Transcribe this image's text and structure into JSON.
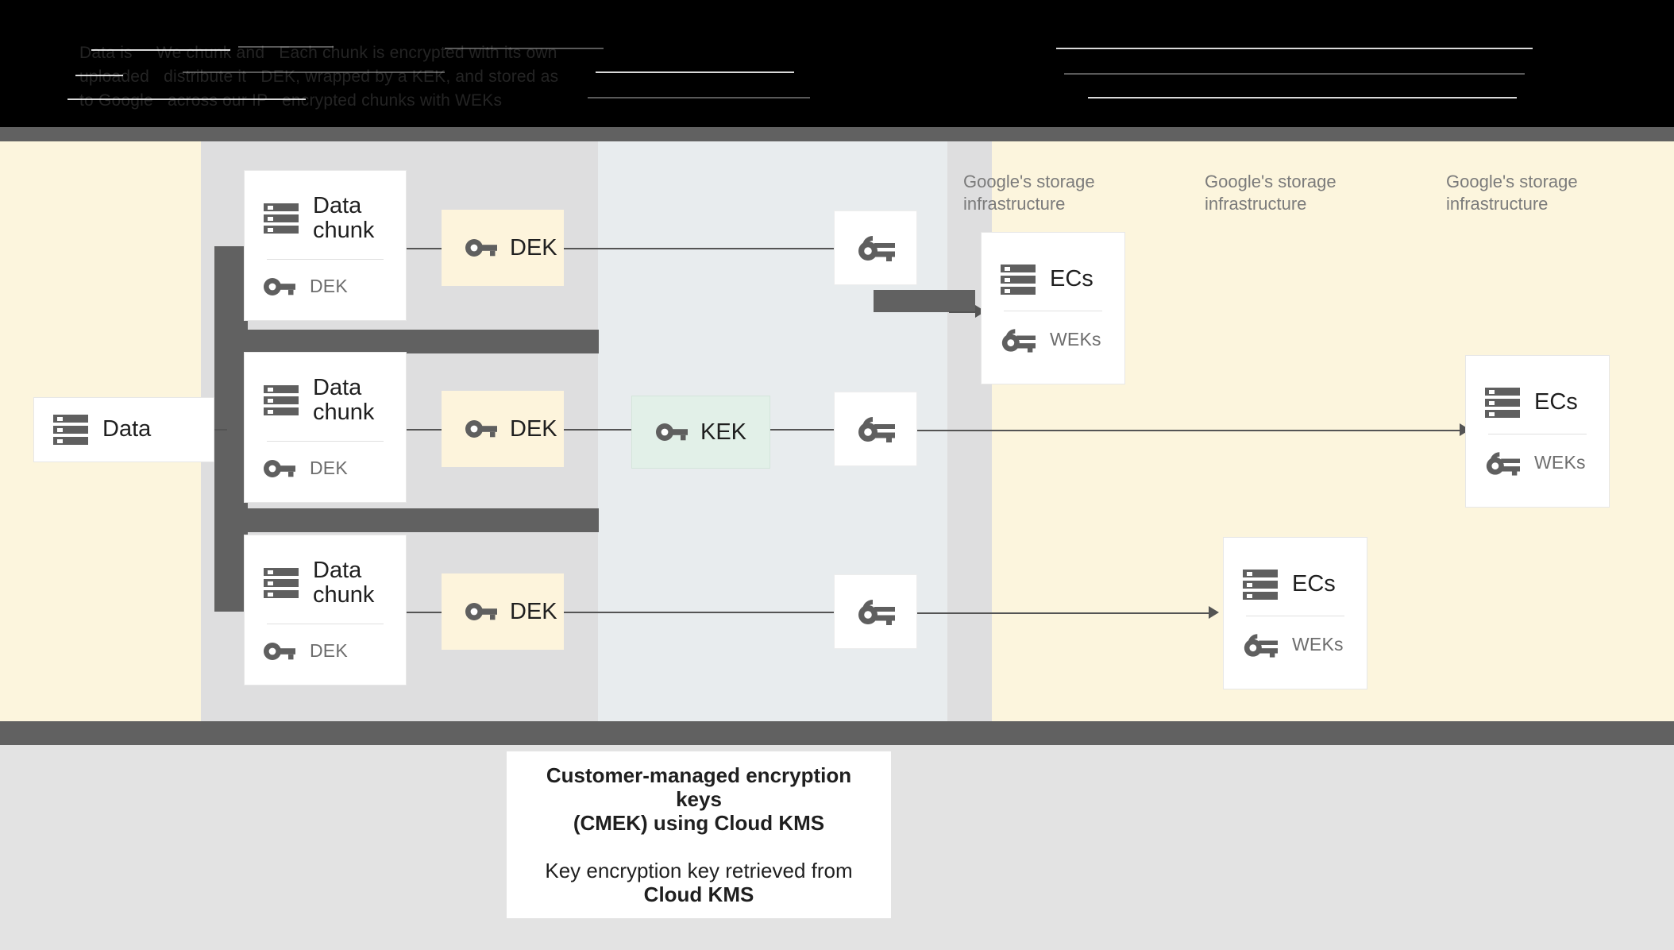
{
  "banner": {
    "note": "obscured dark text banner",
    "lines": [
      "Data is     We chunk and   Each chunk is encrypted with its own",
      "uploaded   distribute it   DEK, wrapped by a KEK, and stored as",
      "to Google   across our IP   encrypted chunks with WEKs"
    ]
  },
  "colors": {
    "cream": "#fcf5dd",
    "gray_column": "#dededf",
    "blue_column": "#e8ecee",
    "dark_bar": "#616161",
    "kek_green": "#e2f0e8",
    "dek_yellow": "#fdf4dc",
    "stage": "#e3e3e3",
    "line": "#545454"
  },
  "diagram": {
    "data_card": {
      "title": "Data",
      "icon": "storage-icon"
    },
    "chunks": [
      {
        "title": "Data chunk",
        "sub": "DEK",
        "icon": "storage-icon",
        "sub_icon": "key-icon"
      },
      {
        "title": "Data chunk",
        "sub": "DEK",
        "icon": "storage-icon",
        "sub_icon": "key-icon"
      },
      {
        "title": "Data chunk",
        "sub": "DEK",
        "icon": "storage-icon",
        "sub_icon": "key-icon"
      }
    ],
    "deks": [
      {
        "label": "DEK",
        "icon": "key-icon"
      },
      {
        "label": "DEK",
        "icon": "key-icon"
      },
      {
        "label": "DEK",
        "icon": "key-icon"
      }
    ],
    "kek": {
      "label": "KEK",
      "icon": "key-icon"
    },
    "wrapped_keys": [
      {
        "icon": "wrapped-key-icon"
      },
      {
        "icon": "wrapped-key-icon"
      },
      {
        "icon": "wrapped-key-icon"
      }
    ],
    "infra_labels": [
      "Google's storage infrastructure",
      "Google's storage infrastructure",
      "Google's storage infrastructure"
    ],
    "ec_cards": [
      {
        "title": "ECs",
        "sub": "WEKs",
        "icon": "storage-icon",
        "sub_icon": "wrapped-key-icon"
      },
      {
        "title": "ECs",
        "sub": "WEKs",
        "icon": "storage-icon",
        "sub_icon": "wrapped-key-icon"
      },
      {
        "title": "ECs",
        "sub": "WEKs",
        "icon": "storage-icon",
        "sub_icon": "wrapped-key-icon"
      }
    ]
  },
  "caption": {
    "heading_line1": "Customer-managed encryption keys",
    "heading_line2": "(CMEK) using Cloud KMS",
    "body_line1": "Key encryption key retrieved from",
    "body_line2": "Cloud KMS"
  }
}
